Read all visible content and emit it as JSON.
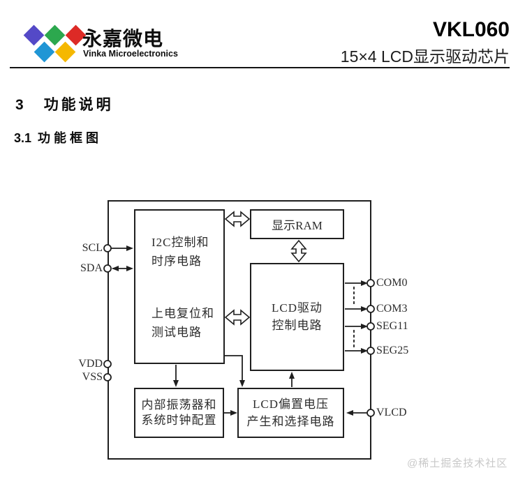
{
  "header": {
    "brand_cn": "永嘉微电",
    "brand_en": "Vinka Microelectronics",
    "part_number": "VKL060",
    "subtitle": "15×4 LCD显示驱动芯片",
    "logo_colors": {
      "purple": "#5449c7",
      "green": "#2ca84e",
      "red": "#dd2a26",
      "cyan": "#2096d5",
      "yellow": "#f5b800"
    }
  },
  "headings": {
    "section_number": "3",
    "section_title": "功能说明",
    "subsection_number": "3.1",
    "subsection_title": "功能框图"
  },
  "diagram": {
    "blocks": {
      "i2c_line1": "I2C控制和",
      "i2c_line2": "时序电路",
      "por_line1": "上电复位和",
      "por_line2": "测试电路",
      "ram_label": "显示RAM",
      "lcd_line1": "LCD驱动",
      "lcd_line2": "控制电路",
      "osc_line1": "内部振荡器和",
      "osc_line2": "系统时钟配置",
      "bias_line1": "LCD偏置电压",
      "bias_line2": "产生和选择电路"
    },
    "pins": {
      "scl": "SCL",
      "sda": "SDA",
      "vdd": "VDD",
      "vss": "VSS",
      "com0": "COM0",
      "com3": "COM3",
      "seg11": "SEG11",
      "seg25": "SEG25",
      "vlcd": "VLCD"
    },
    "line_color": "#1f1f1f"
  },
  "watermark": "@稀土掘金技术社区"
}
